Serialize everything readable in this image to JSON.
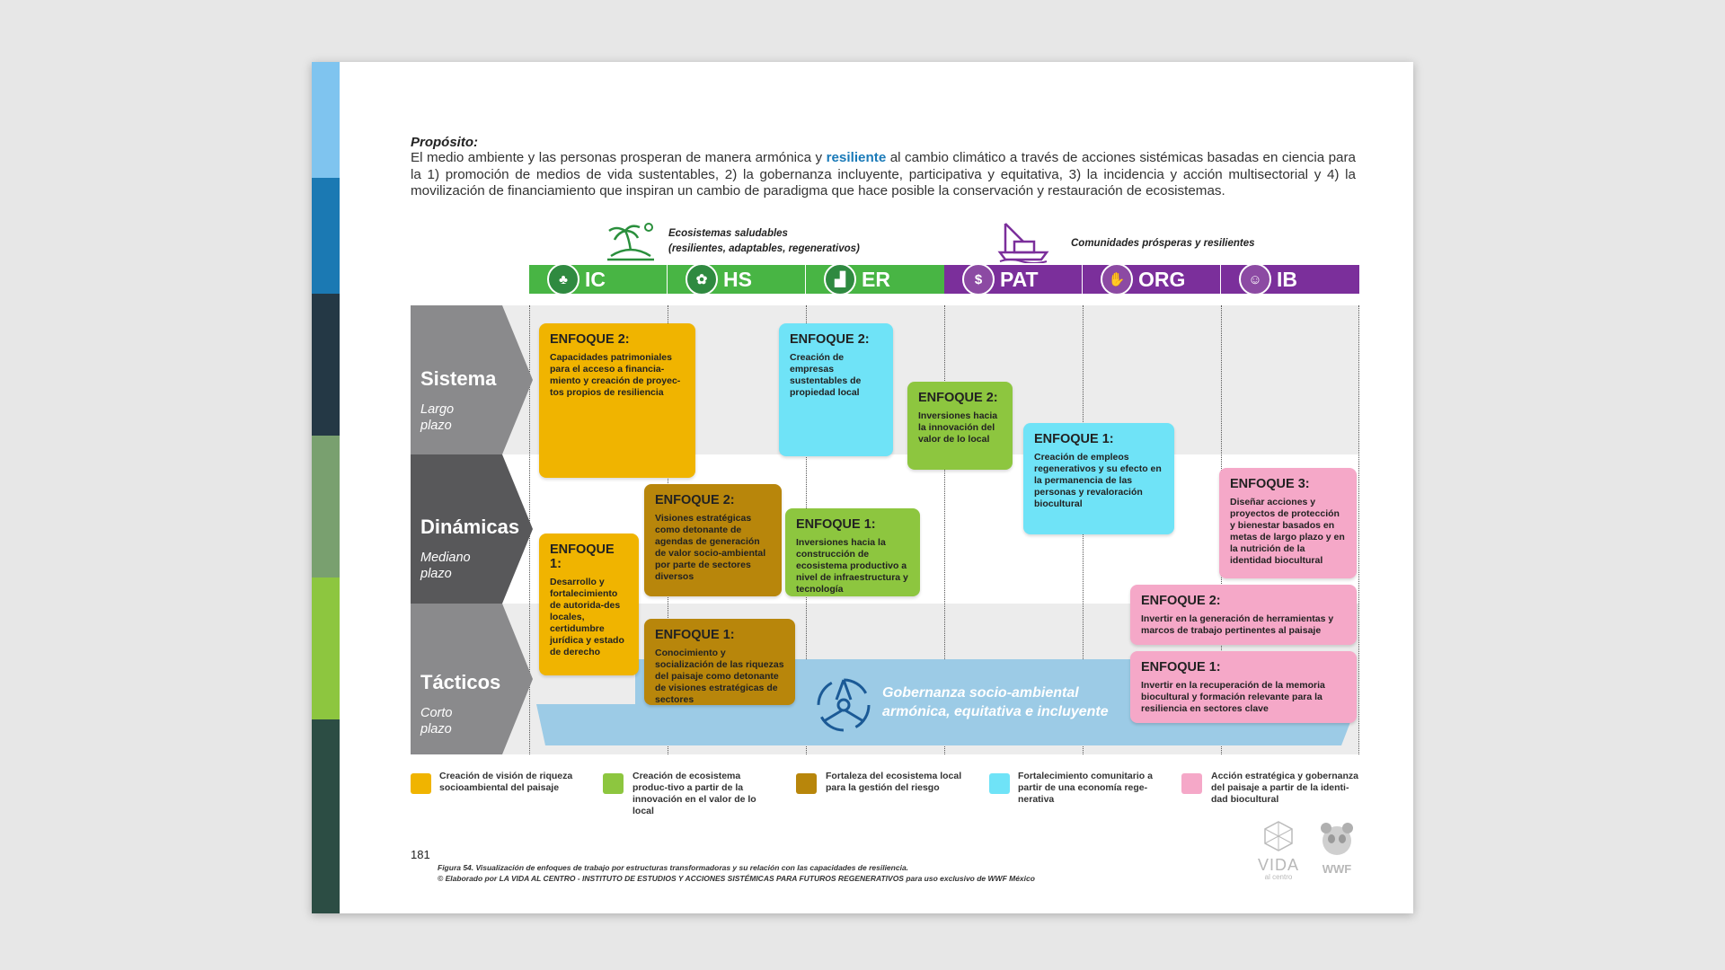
{
  "purpose": {
    "title": "Propósito:",
    "text_a": "El medio ambiente y las personas prosperan de manera armónica y ",
    "highlight": "resiliente",
    "text_b": " al cambio climático a través de acciones sistémicas basadas en ciencia para la 1) promoción de medios de vida sustentables, 2) la gobernanza incluyente, participativa y equitativa, 3) la incidencia y acción multisectorial y 4) la movilización de financiamiento que inspiran un cambio de paradigma que hace posible la conservación y restauración de ecosistemas."
  },
  "groups": {
    "eco_line1": "Ecosistemas saludables",
    "eco_line2": "(resilientes, adaptables, regenerativos)",
    "com": "Comunidades prósperas y resilientes"
  },
  "columns": [
    "IC",
    "HS",
    "ER",
    "PAT",
    "ORG",
    "IB"
  ],
  "levels": {
    "sistema": {
      "title": "Sistema",
      "sub1": "Largo",
      "sub2": "plazo"
    },
    "dinamicas": {
      "title": "Dinámicas",
      "sub1": "Mediano",
      "sub2": "plazo"
    },
    "tacticos": {
      "title": "Tácticos",
      "sub1": "Corto",
      "sub2": "plazo"
    }
  },
  "cards": {
    "c1": {
      "title": "ENFOQUE 2:",
      "text": "Capacidades patrimoniales para el acceso a financia-miento y creación de proyec-tos propios de resiliencia"
    },
    "c2": {
      "title": "ENFOQUE 2:",
      "text": "Creación de empresas sustentables de propiedad local"
    },
    "c3": {
      "title": "ENFOQUE 2:",
      "text": "Inversiones hacia la innovación del valor de lo local"
    },
    "c4": {
      "title": "ENFOQUE 1:",
      "text": "Creación de empleos regenerativos y su efecto en la permanencia de las personas y revaloración biocultural"
    },
    "c5": {
      "title": "ENFOQUE 2:",
      "text": "Visiones estratégicas como detonante de agendas de generación de valor socio-ambiental por parte de sectores diversos"
    },
    "c6": {
      "title": "ENFOQUE 1:",
      "text": "Inversiones hacia la construcción de ecosistema productivo a nivel de infraestructura y tecnología"
    },
    "c7": {
      "title": "ENFOQUE 3:",
      "text": "Diseñar acciones y proyectos de protección y bienestar basados en metas de largo plazo y en la nutrición de la identidad biocultural"
    },
    "c8": {
      "title": "ENFOQUE 1:",
      "text": "Desarrollo y fortalecimiento de autorida-des locales, certidumbre jurídica y estado de derecho"
    },
    "c9": {
      "title": "ENFOQUE 2:",
      "text": "Invertir en la generación de herramientas y marcos de trabajo pertinentes al paisaje"
    },
    "c10": {
      "title": "ENFOQUE 1:",
      "text": "Conocimiento y socialización de las riquezas del paisaje como detonante de visiones estratégicas de sectores"
    },
    "c11": {
      "title": "ENFOQUE 1:",
      "text": "Invertir en la recuperación de la memoria biocultural y formación relevante para la resiliencia en sectores clave"
    }
  },
  "governance": {
    "line1": "Gobernanza socio-ambiental",
    "line2": "armónica, equitativa e incluyente"
  },
  "legend": [
    {
      "color": "#f0b400",
      "text": "Creación de visión de riqueza socioambiental del paisaje"
    },
    {
      "color": "#8dc63f",
      "text": "Creación de ecosistema produc-tivo a partir de la innovación en el valor de lo local"
    },
    {
      "color": "#b8860b",
      "text": "Fortaleza del ecosistema local para la gestión del riesgo"
    },
    {
      "color": "#6fe3f7",
      "text": "Fortalecimiento comunitario a partir de una economía rege-nerativa"
    },
    {
      "color": "#f5a8c8",
      "text": "Acción estratégica y gobernanza del paisaje a partir de la identi-dad biocultural"
    }
  ],
  "footer": {
    "page": "181",
    "caption1": "Figura 54. Visualización de enfoques de trabajo por estructuras transformadoras y su relación con las capacidades de resiliencia.",
    "caption2": "© Elaborado por LA VIDA AL CENTRO - INSTITUTO DE ESTUDIOS Y ACCIONES SISTÉMICAS PARA FUTUROS REGENERATIVOS para uso exclusivo de WWF México",
    "logo1": "VIDA",
    "logo1_sub": "al centro",
    "logo2": "WWF"
  },
  "colors": {
    "green": "#48b544",
    "purple": "#7b2f9b",
    "yellow": "#f0b400",
    "lime": "#8dc63f",
    "ochre": "#b8860b",
    "cyan": "#6fe3f7",
    "pink": "#f5a8c8",
    "gov": "#9ccbe6"
  },
  "icons": [
    "mangrove-icon",
    "fishing-boat-icon",
    "building-icon",
    "palm-icon",
    "factory-icon",
    "money-hand-icon",
    "handshake-icon",
    "people-icon",
    "hands-circle-icon"
  ]
}
